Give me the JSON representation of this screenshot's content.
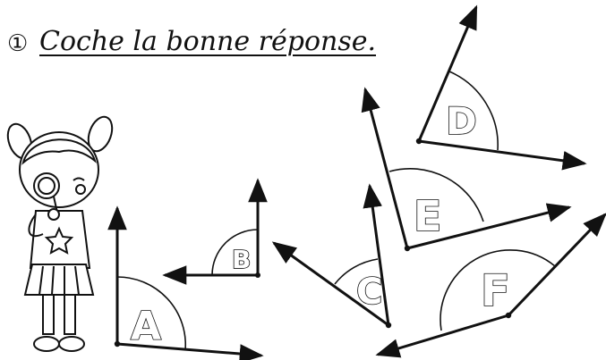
{
  "exercise": {
    "number": "①",
    "instruction": "Coche la bonne réponse."
  },
  "angles": [
    {
      "label": "A"
    },
    {
      "label": "B"
    },
    {
      "label": "C"
    },
    {
      "label": "D"
    },
    {
      "label": "E"
    },
    {
      "label": "F"
    }
  ]
}
